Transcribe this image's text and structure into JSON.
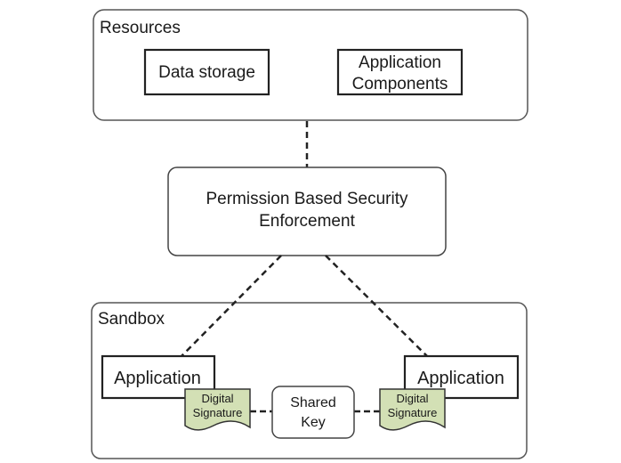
{
  "groups": {
    "resources": {
      "label": "Resources"
    },
    "sandbox": {
      "label": "Sandbox"
    }
  },
  "nodes": {
    "data_storage": {
      "label": "Data storage"
    },
    "app_components": {
      "line1": "Application",
      "line2": "Components"
    },
    "permission": {
      "line1": "Permission Based Security",
      "line2": "Enforcement"
    },
    "app_left": {
      "label": "Application"
    },
    "app_right": {
      "label": "Application"
    },
    "sig_left": {
      "line1": "Digital",
      "line2": "Signature"
    },
    "sig_right": {
      "line1": "Digital",
      "line2": "Signature"
    },
    "shared_key": {
      "line1": "Shared",
      "line2": "Key"
    }
  },
  "colors": {
    "signature_fill": "#d3e0b5",
    "stroke": "#2a2a2a",
    "group_stroke": "#555555"
  },
  "edges": [
    {
      "from": "resources",
      "to": "permission",
      "style": "dashed"
    },
    {
      "from": "permission",
      "to": "app_left",
      "style": "dashed"
    },
    {
      "from": "permission",
      "to": "app_right",
      "style": "dashed"
    },
    {
      "from": "sig_left",
      "to": "shared_key",
      "style": "dashed"
    },
    {
      "from": "shared_key",
      "to": "sig_right",
      "style": "dashed"
    }
  ]
}
